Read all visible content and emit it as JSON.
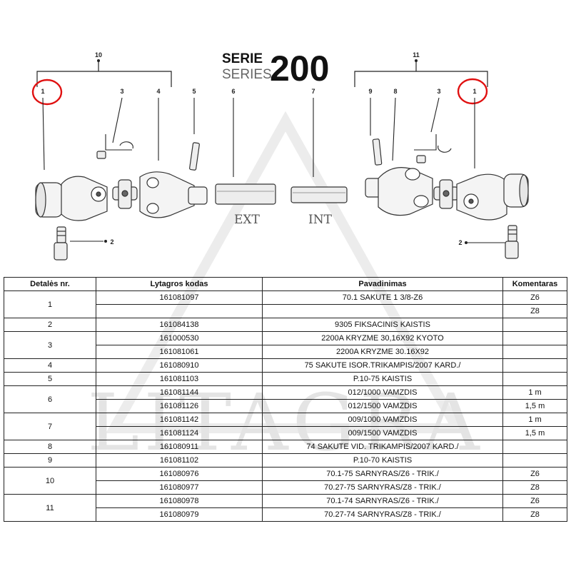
{
  "header": {
    "series_label_bold": "SERIE",
    "series_label_light": "SERIES",
    "series_number": "200"
  },
  "diagram": {
    "callouts": [
      "10",
      "11",
      "1",
      "3",
      "4",
      "5",
      "6",
      "7",
      "9",
      "8",
      "3",
      "1",
      "2",
      "2"
    ],
    "shaft_labels": {
      "ext": "EXT",
      "int": "INT"
    },
    "highlight_color": "#e01010"
  },
  "watermark": {
    "text": "LITAGRA"
  },
  "table": {
    "headers": [
      "Detalės nr.",
      "Lytagros kodas",
      "Pavadinimas",
      "Komentaras"
    ],
    "groups": [
      {
        "detail": "1",
        "rows": [
          {
            "code": "161081097",
            "name": "70.1 SAKUTE 1 3/8-Z6",
            "comment": "Z6"
          },
          {
            "code": "",
            "name": "",
            "comment": "Z8"
          }
        ]
      },
      {
        "detail": "2",
        "rows": [
          {
            "code": "161084138",
            "name": "9305 FIKSACINIS KAISTIS",
            "comment": ""
          }
        ]
      },
      {
        "detail": "3",
        "rows": [
          {
            "code": "161000530",
            "name": "2200A KRYZME 30,16X92 KYOTO",
            "comment": ""
          },
          {
            "code": "161081061",
            "name": "2200A KRYZME 30.16X92",
            "comment": ""
          }
        ]
      },
      {
        "detail": "4",
        "rows": [
          {
            "code": "161080910",
            "name": "75 SAKUTE ISOR.TRIKAMPIS/2007 KARD./",
            "comment": ""
          }
        ]
      },
      {
        "detail": "5",
        "rows": [
          {
            "code": "161081103",
            "name": "P.10-75 KAISTIS",
            "comment": ""
          }
        ]
      },
      {
        "detail": "6",
        "rows": [
          {
            "code": "161081144",
            "name": "012/1000 VAMZDIS",
            "comment": "1 m"
          },
          {
            "code": "161081126",
            "name": "012/1500 VAMZDIS",
            "comment": "1,5 m"
          }
        ]
      },
      {
        "detail": "7",
        "rows": [
          {
            "code": "161081142",
            "name": "009/1000 VAMZDIS",
            "comment": "1 m"
          },
          {
            "code": "161081124",
            "name": "009/1500 VAMZDIS",
            "comment": "1,5 m"
          }
        ]
      },
      {
        "detail": "8",
        "rows": [
          {
            "code": "161080911",
            "name": "74 SAKUTE VID. TRIKAMPIS/2007 KARD./",
            "comment": ""
          }
        ]
      },
      {
        "detail": "9",
        "rows": [
          {
            "code": "161081102",
            "name": "P.10-70 KAISTIS",
            "comment": ""
          }
        ]
      },
      {
        "detail": "10",
        "rows": [
          {
            "code": "161080976",
            "name": "70.1-75 SARNYRAS/Z6 - TRIK./",
            "comment": "Z6"
          },
          {
            "code": "161080977",
            "name": "70.27-75 SARNYRAS/Z8 - TRIK./",
            "comment": "Z8"
          }
        ]
      },
      {
        "detail": "11",
        "rows": [
          {
            "code": "161080978",
            "name": "70.1-74 SARNYRAS/Z6 - TRIK./",
            "comment": "Z6"
          },
          {
            "code": "161080979",
            "name": "70.27-74 SARNYRAS/Z8 - TRIK./",
            "comment": "Z8"
          }
        ]
      }
    ]
  }
}
